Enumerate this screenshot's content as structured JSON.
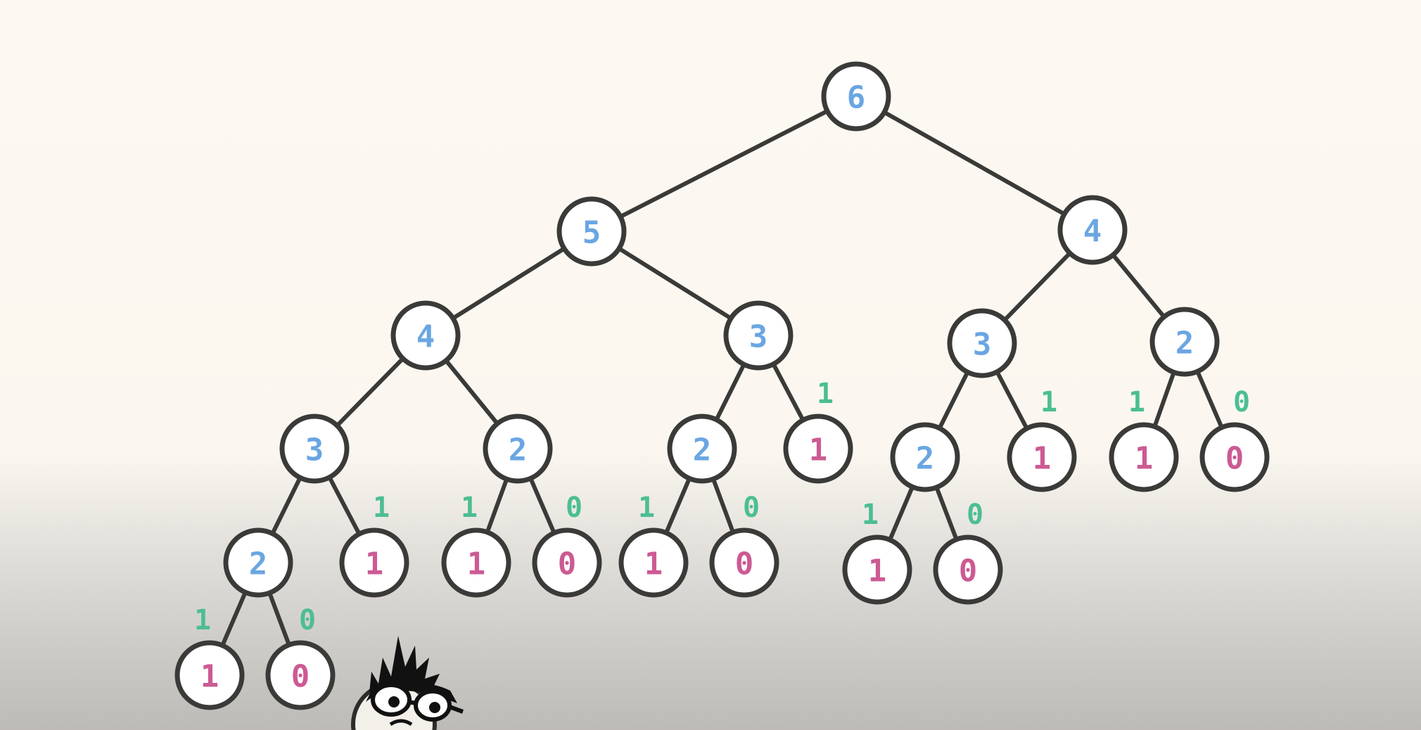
{
  "colors": {
    "internal_text": "#6aa6e2",
    "leaf_text": "#cc5a93",
    "edge_label": "#4cbe93",
    "stroke": "#3a3a38",
    "node_fill": "#ffffff"
  },
  "nodes": [
    {
      "id": "n6",
      "label": "6",
      "kind": "internal"
    },
    {
      "id": "n5",
      "label": "5",
      "kind": "internal"
    },
    {
      "id": "n4r",
      "label": "4",
      "kind": "internal"
    },
    {
      "id": "n4l",
      "label": "4",
      "kind": "internal"
    },
    {
      "id": "n3a",
      "label": "3",
      "kind": "internal"
    },
    {
      "id": "n3b",
      "label": "3",
      "kind": "internal"
    },
    {
      "id": "n2r",
      "label": "2",
      "kind": "internal"
    },
    {
      "id": "n3c",
      "label": "3",
      "kind": "internal"
    },
    {
      "id": "n2a",
      "label": "2",
      "kind": "internal"
    },
    {
      "id": "n2b",
      "label": "2",
      "kind": "internal"
    },
    {
      "id": "l1a",
      "label": "1",
      "kind": "leaf"
    },
    {
      "id": "n2c",
      "label": "2",
      "kind": "internal"
    },
    {
      "id": "l1b",
      "label": "1",
      "kind": "leaf"
    },
    {
      "id": "l1c",
      "label": "1",
      "kind": "leaf"
    },
    {
      "id": "l0c",
      "label": "0",
      "kind": "leaf"
    },
    {
      "id": "n2d",
      "label": "2",
      "kind": "internal"
    },
    {
      "id": "l1d",
      "label": "1",
      "kind": "leaf"
    },
    {
      "id": "l1e",
      "label": "1",
      "kind": "leaf"
    },
    {
      "id": "l0e",
      "label": "0",
      "kind": "leaf"
    },
    {
      "id": "l1f",
      "label": "1",
      "kind": "leaf"
    },
    {
      "id": "l0f",
      "label": "0",
      "kind": "leaf"
    },
    {
      "id": "l1g",
      "label": "1",
      "kind": "leaf"
    },
    {
      "id": "l0g",
      "label": "0",
      "kind": "leaf"
    },
    {
      "id": "l1h",
      "label": "1",
      "kind": "leaf"
    },
    {
      "id": "l0h",
      "label": "0",
      "kind": "leaf"
    }
  ],
  "edges": [
    {
      "from": "n6",
      "to": "n5",
      "label": ""
    },
    {
      "from": "n6",
      "to": "n4r",
      "label": ""
    },
    {
      "from": "n5",
      "to": "n4l",
      "label": ""
    },
    {
      "from": "n5",
      "to": "n3a",
      "label": ""
    },
    {
      "from": "n4r",
      "to": "n3b",
      "label": ""
    },
    {
      "from": "n4r",
      "to": "n2r",
      "label": ""
    },
    {
      "from": "n4l",
      "to": "n3c",
      "label": ""
    },
    {
      "from": "n4l",
      "to": "n2a",
      "label": ""
    },
    {
      "from": "n3a",
      "to": "n2b",
      "label": ""
    },
    {
      "from": "n3a",
      "to": "l1a",
      "label": "1"
    },
    {
      "from": "n3b",
      "to": "n2c",
      "label": ""
    },
    {
      "from": "n3b",
      "to": "l1b",
      "label": "1"
    },
    {
      "from": "n2r",
      "to": "l1c",
      "label": "1"
    },
    {
      "from": "n2r",
      "to": "l0c",
      "label": "0"
    },
    {
      "from": "n3c",
      "to": "n2d",
      "label": ""
    },
    {
      "from": "n3c",
      "to": "l1d",
      "label": "1"
    },
    {
      "from": "n2a",
      "to": "l1e",
      "label": "1"
    },
    {
      "from": "n2a",
      "to": "l0e",
      "label": "0"
    },
    {
      "from": "n2b",
      "to": "l1f",
      "label": "1"
    },
    {
      "from": "n2b",
      "to": "l0f",
      "label": "0"
    },
    {
      "from": "n2c",
      "to": "l1g",
      "label": "1"
    },
    {
      "from": "n2c",
      "to": "l0g",
      "label": "0"
    },
    {
      "from": "n2d",
      "to": "l1h",
      "label": "1"
    },
    {
      "from": "n2d",
      "to": "l0h",
      "label": "0"
    }
  ],
  "character": {
    "icon": "cartoon-character-with-glasses-icon"
  }
}
